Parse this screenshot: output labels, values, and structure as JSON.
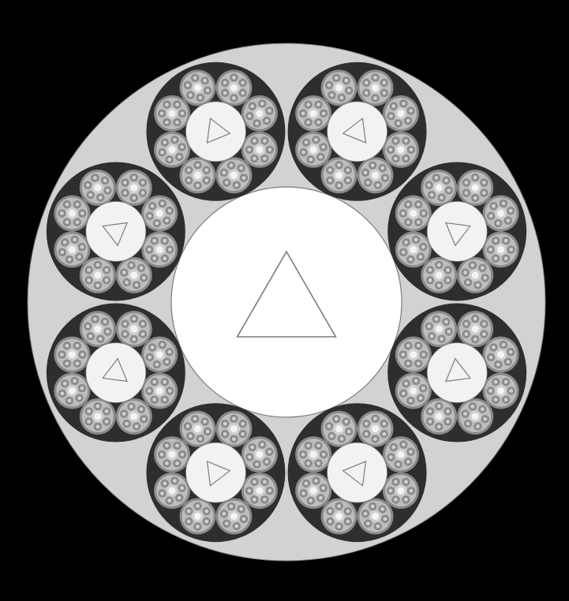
{
  "figure": {
    "description_kind": "circle-packing fractal illustration",
    "colors": {
      "background": "#000000",
      "outer_disk": "#d2d2d2",
      "outer_ring_line": "#7a7a7a",
      "central_disk": "#ffffff",
      "satellite_disk": "#2e2e2e",
      "satellite_inner_disk": "#f2f2f2",
      "small_disk": "#8a8a8a",
      "small_disk_inner": "#bdbdbd",
      "tiny_disk": "#d0d0d0",
      "micro_disk": "#f4f4f4",
      "triangle_stroke": "#7c7c7c"
    },
    "structure": {
      "satellite_count": 8,
      "small_circles_per_satellite": 8,
      "petals_per_small_circle": 6
    }
  }
}
